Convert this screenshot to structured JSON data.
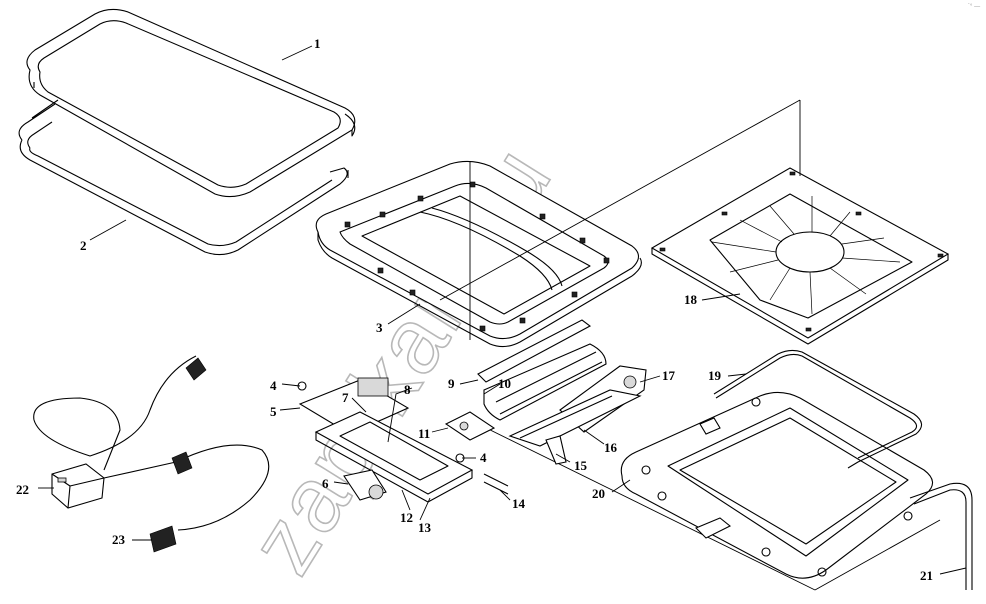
{
  "watermark": "zap-kam.ru",
  "corner_mark": "´° —",
  "callouts": [
    {
      "id": "c1",
      "text": "1"
    },
    {
      "id": "c2",
      "text": "2"
    },
    {
      "id": "c3",
      "text": "3"
    },
    {
      "id": "c4a",
      "text": "4"
    },
    {
      "id": "c4b",
      "text": "4"
    },
    {
      "id": "c5",
      "text": "5"
    },
    {
      "id": "c6",
      "text": "6"
    },
    {
      "id": "c7",
      "text": "7"
    },
    {
      "id": "c8",
      "text": "8"
    },
    {
      "id": "c9",
      "text": "9"
    },
    {
      "id": "c10",
      "text": "10"
    },
    {
      "id": "c11",
      "text": "11"
    },
    {
      "id": "c12",
      "text": "12"
    },
    {
      "id": "c13",
      "text": "13"
    },
    {
      "id": "c14",
      "text": "14"
    },
    {
      "id": "c15",
      "text": "15"
    },
    {
      "id": "c16",
      "text": "16"
    },
    {
      "id": "c17",
      "text": "17"
    },
    {
      "id": "c18",
      "text": "18"
    },
    {
      "id": "c19",
      "text": "19"
    },
    {
      "id": "c20",
      "text": "20"
    },
    {
      "id": "c21",
      "text": "21"
    },
    {
      "id": "c22",
      "text": "22"
    },
    {
      "id": "c23",
      "text": "23"
    }
  ]
}
